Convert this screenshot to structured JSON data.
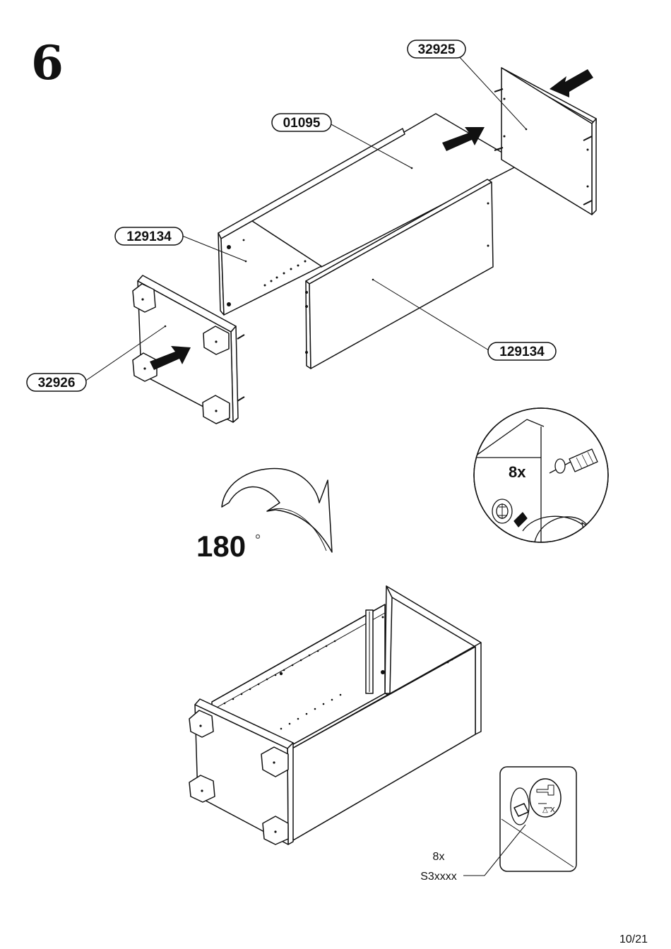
{
  "step": {
    "number": "6"
  },
  "parts": [
    {
      "id": "top-rear",
      "label": "32925"
    },
    {
      "id": "bottom",
      "label": "01095"
    },
    {
      "id": "side-left",
      "label": "129134"
    },
    {
      "id": "side-right",
      "label": "129134"
    },
    {
      "id": "front",
      "label": "32926"
    }
  ],
  "rotation": {
    "value": "180",
    "unit_symbol": "°"
  },
  "detail_top": {
    "quantity": "8x"
  },
  "detail_bottom": {
    "quantity": "8x",
    "code": "S3xxxx"
  },
  "footer": {
    "page": "10/21"
  }
}
